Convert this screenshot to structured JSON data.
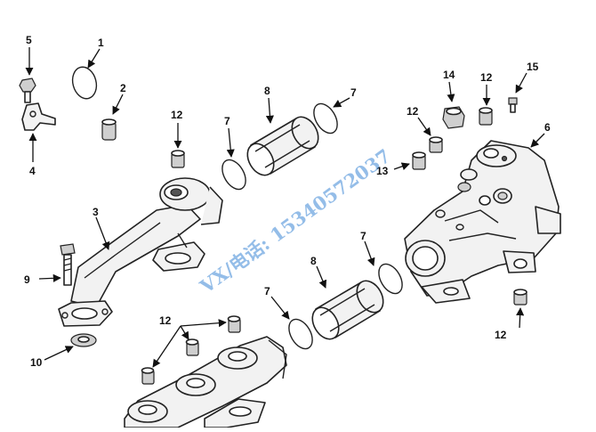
{
  "callouts": {
    "c1": "1",
    "c2": "2",
    "c3": "3",
    "c4": "4",
    "c5": "5",
    "c6": "6",
    "c7a": "7",
    "c7b": "7",
    "c7c": "7",
    "c7d": "7",
    "c8a": "8",
    "c8b": "8",
    "c9": "9",
    "c10": "10",
    "c12a": "12",
    "c12b": "12",
    "c12c": "12",
    "c12d": "12",
    "c12e": "12",
    "c13": "13",
    "c14": "14",
    "c15": "15"
  },
  "watermark": "VX/电话: 15340572037"
}
